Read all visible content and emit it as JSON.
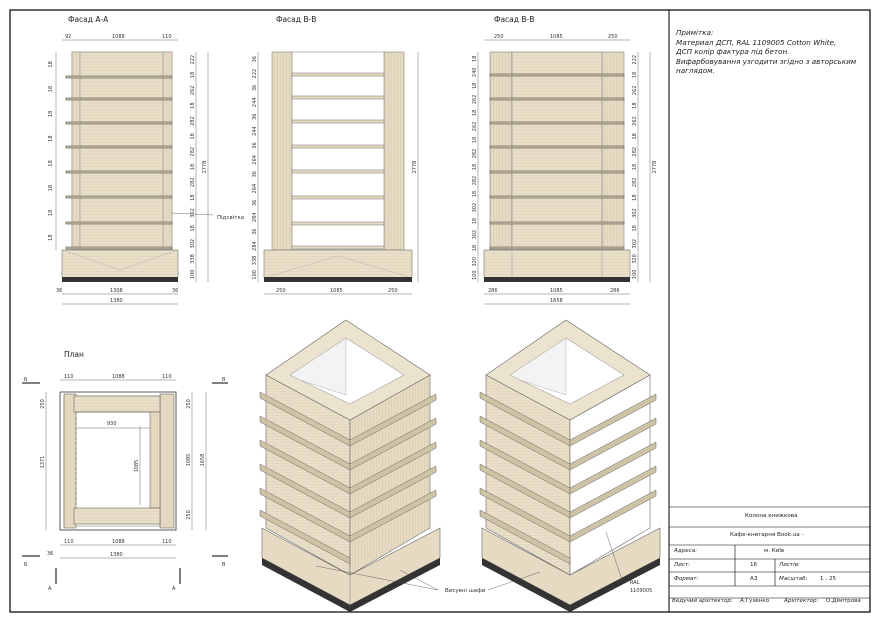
{
  "titles": {
    "facade_aa": "Фасад А-А",
    "facade_bb1": "Фасад В-В",
    "facade_bb2": "Фасад В-В",
    "plan": "План"
  },
  "note": {
    "heading": "Примітка:",
    "lines": [
      "Материал ДСП, RAL 1109005 Cotton White,",
      "ДСП колір фактура під бетон.",
      "Вифарбовування узгодити згідно з авторським",
      "наглядом."
    ]
  },
  "labels": {
    "shelf": "Підсвітка",
    "drawers": "Висувні шафи",
    "ral": "RAL",
    "ral_code": "1109005"
  },
  "facade_aa": {
    "top_dims": [
      "92",
      "1088",
      "110"
    ],
    "bottom_dims": [
      "36",
      "1308",
      "36"
    ],
    "total": "1380",
    "left_dims": [
      "18",
      "18",
      "18",
      "18",
      "18",
      "18",
      "18",
      "18"
    ],
    "right_dims": [
      "222",
      "18",
      "262",
      "18",
      "282",
      "18",
      "282",
      "18",
      "282",
      "18",
      "302",
      "18",
      "302",
      "338",
      "100"
    ],
    "height": "2778"
  },
  "facade_bb1": {
    "left_dims": [
      "36",
      "222",
      "36",
      "244",
      "36",
      "244",
      "36",
      "264",
      "36",
      "264",
      "36",
      "284",
      "36",
      "284",
      "338",
      "100"
    ],
    "bottom_dims": [
      "250",
      "1085",
      "250"
    ],
    "height": "2778"
  },
  "facade_bb2": {
    "top_dims": [
      "250",
      "1085",
      "250"
    ],
    "left_dims": [
      "18",
      "240",
      "18",
      "262",
      "18",
      "262",
      "18",
      "282",
      "18",
      "282",
      "18",
      "302",
      "18",
      "302",
      "18",
      "320",
      "100"
    ],
    "right_dims": [
      "222",
      "18",
      "262",
      "18",
      "262",
      "18",
      "282",
      "18",
      "282",
      "18",
      "302",
      "18",
      "302",
      "320",
      "100"
    ],
    "bottom_dims": [
      "286",
      "1085",
      "286"
    ],
    "total": "1658",
    "height": "2778"
  },
  "plan": {
    "top_dims": [
      "110",
      "1088",
      "110"
    ],
    "inner": "930",
    "depth_inner": "1085",
    "depth_total": "1658",
    "left_top": "250",
    "left": "1371",
    "right_top": "250",
    "right_bottom": "250",
    "bottom_dims": [
      "110",
      "1088",
      "110"
    ],
    "bottom_left": "36",
    "total": "1380",
    "markers": {
      "b": "Б",
      "v": "В",
      "a": "А"
    }
  },
  "title_block": {
    "object": "Колона книжкова",
    "client": "Кафе-книгарня Book.ua -",
    "address_label": "Адреса:",
    "address": "м. Київ",
    "sheet_label": "Лист:",
    "sheet": "16",
    "sheets_label": "Листів:",
    "sheets": "",
    "format_label": "Формат:",
    "format": "А3",
    "scale_label": "Масштаб:",
    "scale": "1 : 25",
    "lead_label": "Ведучий архітектор:",
    "lead": "А.Гузенко",
    "arch_label": "Архітектор:",
    "arch": "О.Дімітрова"
  }
}
